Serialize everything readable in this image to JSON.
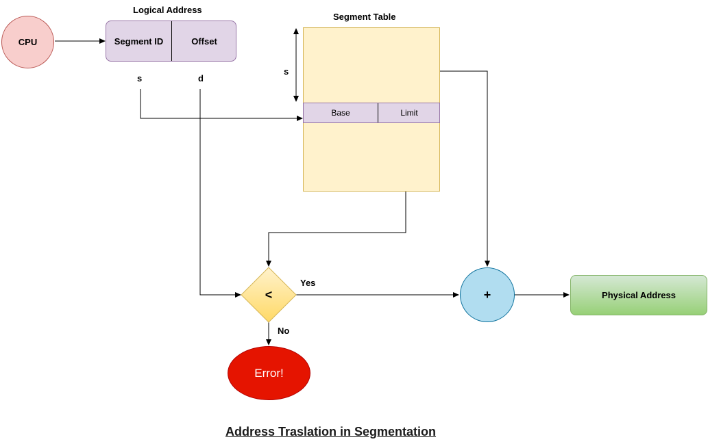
{
  "diagram": {
    "title": "Address Traslation in Segmentation",
    "cpu": {
      "label": "CPU"
    },
    "logical_address": {
      "heading": "Logical Address",
      "segment_id": "Segment ID",
      "offset": "Offset",
      "s_label": "s",
      "d_label": "d"
    },
    "segment_table": {
      "heading": "Segment Table",
      "s_label": "s",
      "base": "Base",
      "limit": "Limit"
    },
    "comparator": {
      "symbol": "<",
      "yes": "Yes",
      "no": "No"
    },
    "adder": {
      "symbol": "+"
    },
    "physical_address": {
      "label": "Physical Address"
    },
    "error": {
      "label": "Error!"
    }
  }
}
